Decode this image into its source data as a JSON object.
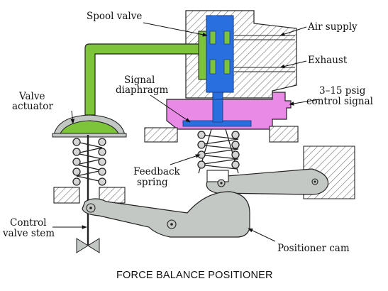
{
  "caption": "FORCE BALANCE POSITIONER",
  "labels": {
    "spool_valve": "Spool valve",
    "air_supply": "Air supply",
    "exhaust": "Exhaust",
    "signal_diaphragm_line1": "Signal",
    "signal_diaphragm_line2": "diaphragm",
    "control_signal_line1": "3–15 psig",
    "control_signal_line2": "control signal",
    "valve_actuator_line1": "Valve",
    "valve_actuator_line2": "actuator",
    "feedback_spring_line1": "Feedback",
    "feedback_spring_line2": "spring",
    "control_valve_stem_line1": "Control",
    "control_valve_stem_line2": "valve stem",
    "positioner_cam": "Positioner cam"
  },
  "colors": {
    "spool": "#2a6fe0",
    "air_line": "#7ec43a",
    "diaphragm_housing": "#e98ae6",
    "lever_gray": "#c3c8c4",
    "hatch": "#7a7a7a",
    "outline": "#222222"
  }
}
